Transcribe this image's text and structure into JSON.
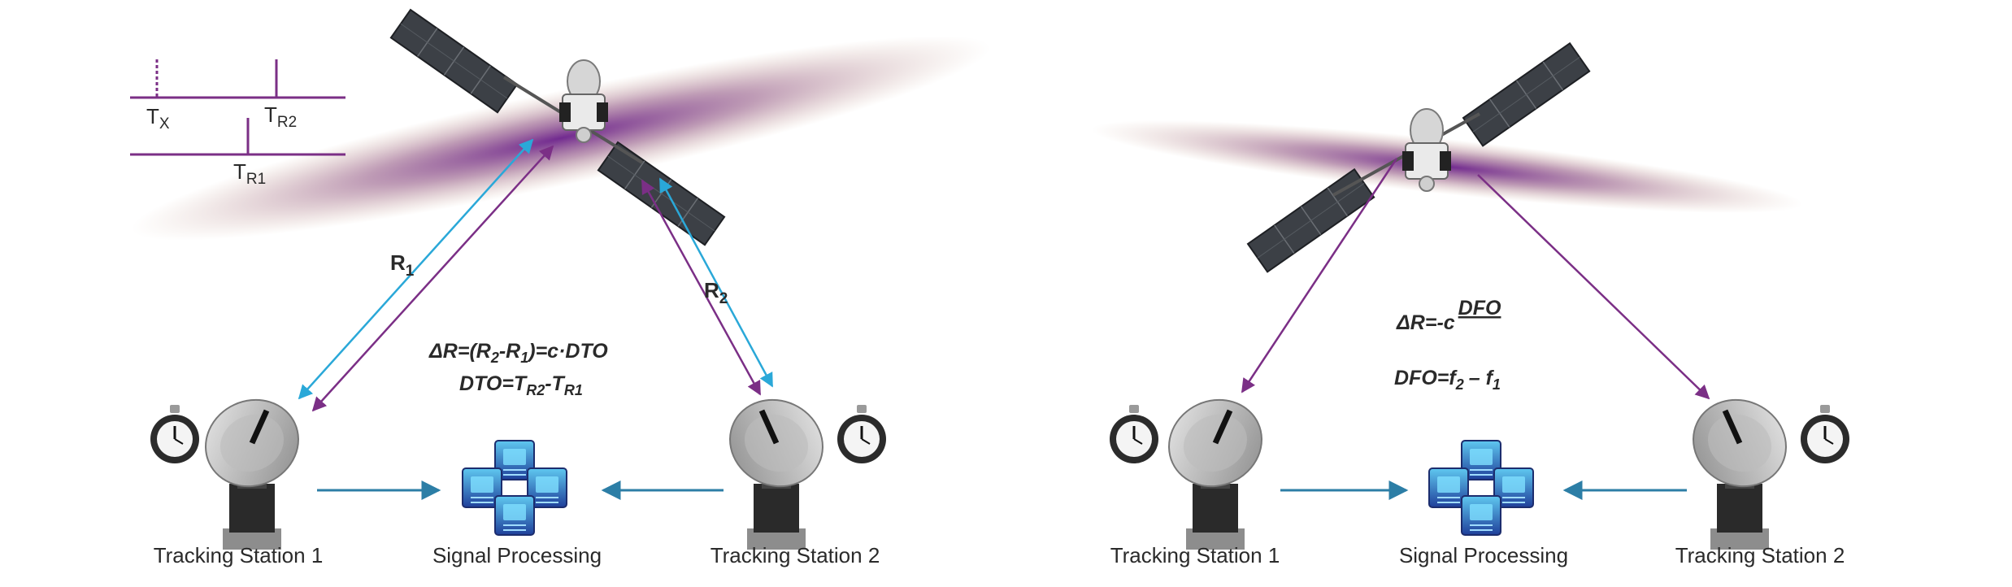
{
  "left_panel": {
    "timing": {
      "tx": "T",
      "tx_sub": "X",
      "tr2": "T",
      "tr2_sub": "R2",
      "tr1": "T",
      "tr1_sub": "R1"
    },
    "r1_label": "R",
    "r1_sub": "1",
    "r2_label": "R",
    "r2_sub": "2",
    "eq1": {
      "a": "ΔR=(R",
      "a_sub": "2",
      "b": "-R",
      "b_sub": "1",
      "c": ")=c·DTO"
    },
    "eq2": {
      "a": "DTO=T",
      "a_sub": "R2",
      "b": "-T",
      "b_sub": "R1"
    },
    "station1_label": "Tracking Station 1",
    "station2_label": "Tracking Station 2",
    "processing_label": "Signal Processing"
  },
  "right_panel": {
    "eq1": {
      "a": "ΔR=-c",
      "frac_top": "DFO"
    },
    "eq2": {
      "a": "DFO=f",
      "a_sub": "2",
      "b": "– f",
      "b_sub": "1"
    },
    "station1_label": "Tracking Station 1",
    "station2_label": "Tracking Station 2",
    "processing_label": "Signal Processing"
  },
  "colors": {
    "purple": "#7b2f86",
    "cyan": "#2aa8d8",
    "teal_arrow": "#2c7ea6",
    "text": "#2a2a2a",
    "panel": "#3c4046",
    "server": "#3a6fd0"
  }
}
